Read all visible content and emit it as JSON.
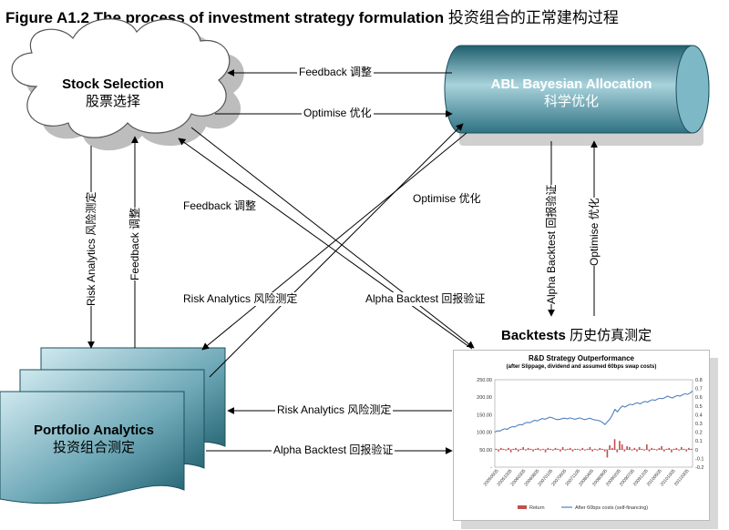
{
  "title": {
    "en": "Figure A1.2  The process of investment strategy formulation",
    "cn": "投资组合的正常建构过程"
  },
  "nodes": {
    "stock_selection": {
      "en": "Stock Selection",
      "zh": "股票选择"
    },
    "abl": {
      "en": "ABL Bayesian Allocation",
      "zh": "科学优化"
    },
    "portfolio": {
      "en": "Portfolio Analytics",
      "zh": "投资组合测定"
    },
    "backtests": {
      "en": "Backtests",
      "zh": "历史仿真测定"
    }
  },
  "edges": {
    "feedback_top": "Feedback 调整",
    "optimise_top": "Optimise 优化",
    "risk_left": "Risk Analytics 风险测定",
    "feedback_left": "Feedback 调整",
    "feedback_diag": "Feedback 调整",
    "optimise_diag": "Optimise 优化",
    "risk_diag": "Risk Analytics 风险测定",
    "alpha_diag": "Alpha Backtest 回报验证",
    "alpha_right": "Alpha Backtest 回报验证",
    "optimise_right": "Optimise 优化",
    "risk_bottom": "Risk Analytics 风险测定",
    "alpha_bottom": "Alpha Backtest 回报验证"
  },
  "colors": {
    "teal_dark": "#1f5f6e",
    "teal_light": "#a9d3dc",
    "cloud_shadow": "#bdbdbd",
    "bar": "#c0504d",
    "line": "#4f81bd"
  },
  "chart_data": {
    "type": "bar",
    "title": "R&D Strategy Outperformance",
    "subtitle": "(after Slippage, dividend and assumed 60bps swap costs)",
    "categories": [
      "20050505",
      "20051005",
      "20060305",
      "20060805",
      "20070105",
      "20070605",
      "20071105",
      "20080405",
      "20080905",
      "20090205",
      "20090705",
      "20091205",
      "20100505",
      "20101005",
      "20110305"
    ],
    "left_axis": {
      "ticks": [
        "250.00",
        "200.00",
        "150.00",
        "100.00",
        "50.00",
        "-"
      ],
      "ylim": [
        0,
        250
      ]
    },
    "right_axis": {
      "ticks": [
        "0.8",
        "0.7",
        "0.6",
        "0.5",
        "0.4",
        "0.3",
        "0.2",
        "0.1",
        "0",
        "-0.1",
        "-0.2"
      ],
      "ylim": [
        -0.2,
        0.8
      ]
    },
    "series": [
      {
        "name": "Return",
        "type": "bar",
        "axis": "right",
        "values": [
          0.01,
          -0.02,
          0.02,
          0.01,
          -0.01,
          0.02,
          -0.03,
          0.01,
          0.02,
          -0.02,
          0.01,
          0.03,
          -0.01,
          0.02,
          0.01,
          -0.02,
          0.01,
          0.02,
          -0.01,
          0.01,
          -0.03,
          0.02,
          0.01,
          -0.01,
          0.02,
          0.01,
          -0.02,
          0.03,
          -0.01,
          0.01,
          0.02,
          -0.02,
          0.01,
          0.01,
          -0.01,
          0.02,
          -0.01,
          0.01,
          0.03,
          -0.02,
          0.01,
          -0.01,
          0.02,
          0.01,
          -0.02,
          -0.09,
          0.05,
          0.02,
          0.12,
          -0.03,
          0.1,
          0.06,
          -0.02,
          0.04,
          0.03,
          -0.01,
          0.02,
          -0.02,
          0.03,
          0.01,
          -0.01,
          0.06,
          -0.02,
          0.02,
          0.01,
          -0.01,
          0.02,
          0.04,
          -0.02,
          0.01,
          0.02,
          -0.03,
          0.01,
          0.02,
          -0.01,
          0.03,
          0.01,
          -0.02,
          0.02,
          0.01
        ]
      },
      {
        "name": "After 60bps costs (self-financing)",
        "type": "line",
        "axis": "left",
        "values": [
          100,
          104,
          103,
          107,
          110,
          108,
          113,
          116,
          115,
          119,
          122,
          121,
          126,
          128,
          127,
          131,
          134,
          132,
          136,
          139,
          137,
          140,
          143,
          141,
          138,
          136,
          137,
          139,
          140,
          138,
          141,
          139,
          137,
          139,
          141,
          138,
          136,
          138,
          140,
          137,
          135,
          134,
          132,
          128,
          122,
          130,
          138,
          150,
          165,
          158,
          168,
          175,
          172,
          176,
          180,
          178,
          182,
          184,
          181,
          185,
          188,
          186,
          190,
          193,
          191,
          195,
          197,
          196,
          199,
          203,
          200,
          198,
          202,
          205,
          203,
          207,
          210,
          208,
          212,
          218
        ]
      }
    ]
  }
}
